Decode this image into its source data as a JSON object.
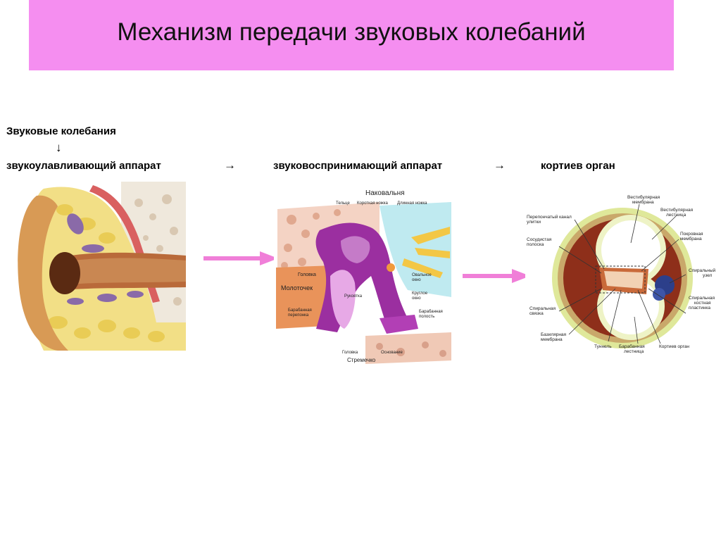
{
  "title": "Механизм передачи звуковых колебаний",
  "flow": {
    "sound_vibrations": "Звуковые колебания",
    "down_arrow": "↓",
    "collecting_apparatus": "звукоулавливающий аппарат",
    "arrow1": "→",
    "receiving_apparatus": "звуковоспринимающий аппарат",
    "arrow2": "→",
    "corti_organ": "кортиев орган"
  },
  "middle_ear": {
    "incus": "Наковальня",
    "body": "Тельце",
    "short_process": "Короткая ножка",
    "long_process": "Длинная ножка",
    "head_malleus": "Головка",
    "malleus": "Молоточек",
    "handle": "Рукоятка",
    "tympanic_membrane_1": "Барабанная",
    "tympanic_membrane_2": "перепонка",
    "oval_window_1": "Овальное",
    "oval_window_2": "окно",
    "round_window_1": "Круглое",
    "round_window_2": "окно",
    "tympanic_cavity_1": "Барабанная",
    "tympanic_cavity_2": "полость",
    "stapes_head": "Головка",
    "base": "Основание",
    "stapes": "Стремечко"
  },
  "cochlea": {
    "vestibular_membrane_1": "Вестибулярная",
    "vestibular_membrane_2": "мембрана",
    "membranous_canal_1": "Перепончатый канал",
    "membranous_canal_2": "улитки",
    "vestibular_scala_1": "Вестибулярная",
    "vestibular_scala_2": "лестница",
    "stria_vascularis_1": "Сосудистая",
    "stria_vascularis_2": "полоска",
    "tectorial_membrane_1": "Покровная",
    "tectorial_membrane_2": "мембрана",
    "spiral_ganglion_1": "Спиральный",
    "spiral_ganglion_2": "узел",
    "spiral_ligament_1": "Спиральная",
    "spiral_ligament_2": "связка",
    "bony_lamina_1": "Спиральная",
    "bony_lamina_2": "костная",
    "bony_lamina_3": "пластинка",
    "basilar_membrane_1": "Базилярная",
    "basilar_membrane_2": "мембрана",
    "tunnel": "Туннель",
    "tympanic_scala_1": "Барабанная",
    "tympanic_scala_2": "лестница",
    "corti_organ": "Кортиев орган"
  },
  "colors": {
    "title_bg": "#f58ef0",
    "arrow": "#f07fd8"
  }
}
